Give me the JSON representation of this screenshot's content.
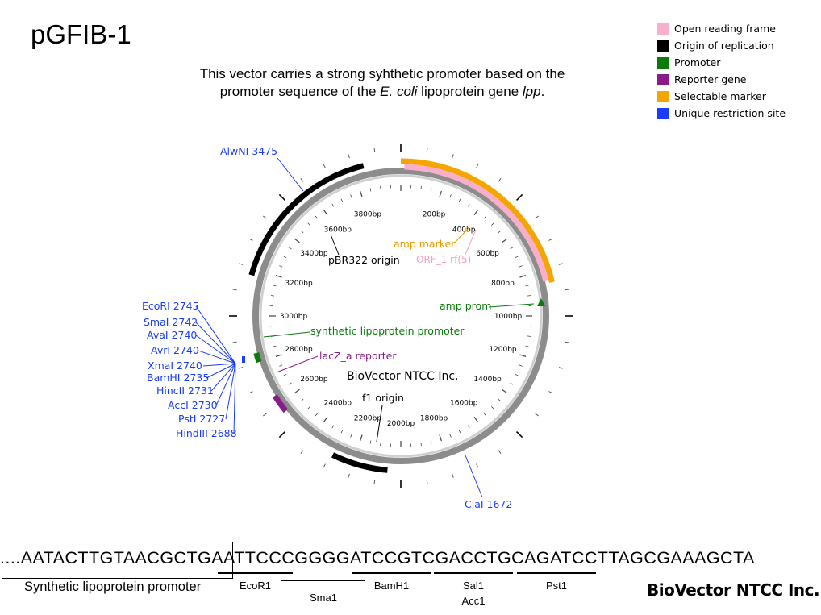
{
  "title": "pGFIB-1",
  "description": {
    "line1": "This vector carries a strong syhthetic promoter based on the",
    "line2_pre": "promoter sequence of the ",
    "line2_species": "E. coli",
    "line2_mid": " lipoprotein gene ",
    "line2_gene": "lpp",
    "line2_post": "."
  },
  "legend": [
    {
      "label": "Open reading frame",
      "color": "#f9aecb"
    },
    {
      "label": "Origin of replication",
      "color": "#000000"
    },
    {
      "label": "Promoter",
      "color": "#0a7a0a"
    },
    {
      "label": "Reporter gene",
      "color": "#8a1b8a"
    },
    {
      "label": "Selectable marker",
      "color": "#f5a500"
    },
    {
      "label": "Unique restriction site",
      "color": "#1a3cff"
    }
  ],
  "map": {
    "center_label": "BioVector NTCC Inc.",
    "ruler_labels": [
      "200bp",
      "400bp",
      "600bp",
      "800bp",
      "1000bp",
      "1200bp",
      "1400bp",
      "1600bp",
      "1800bp",
      "2000bp",
      "2200bp",
      "2400bp",
      "2600bp",
      "2800bp",
      "3000bp",
      "3200bp",
      "3400bp",
      "3600bp",
      "3800bp"
    ],
    "features": {
      "origin": "pBR322 origin",
      "amp_marker": "amp marker",
      "orf": "ORF_1 rf(5)",
      "amp_prom": "amp prom",
      "synthetic_promoter": "synthetic lipoprotein promoter",
      "lacz": "lacZ_a reporter",
      "f1_origin": "f1 origin"
    },
    "restriction_sites": [
      {
        "label": "AlwNI 3475"
      },
      {
        "label": "EcoRI 2745"
      },
      {
        "label": "SmaI 2742"
      },
      {
        "label": "AvaI 2740"
      },
      {
        "label": "AvrI 2740"
      },
      {
        "label": "XmaI 2740"
      },
      {
        "label": "BamHI 2735"
      },
      {
        "label": "HincII 2731"
      },
      {
        "label": "AccI 2730"
      },
      {
        "label": "PstI 2727"
      },
      {
        "label": "HindIII 2688"
      },
      {
        "label": "ClaI 1672"
      }
    ]
  },
  "sequence": {
    "text": "....AATACTTGTAACGCTGAATTCCCGGGGATCCGTCGACCTGCAGATCCTTAGCGAAAGCTA",
    "promoter_caption": "Synthetic lipoprotein promoter",
    "sites": [
      {
        "label": "EcoR1"
      },
      {
        "label": "Sma1"
      },
      {
        "label": "BamH1"
      },
      {
        "label": "Sal1"
      },
      {
        "label": "Acc1"
      },
      {
        "label": "Pst1"
      }
    ],
    "company": "BioVector NTCC Inc."
  }
}
